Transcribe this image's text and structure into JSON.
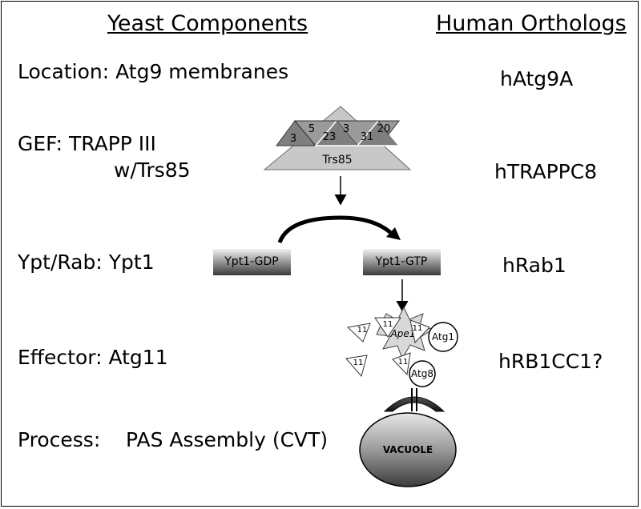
{
  "headers": {
    "yeast": "Yeast Components",
    "human": "Human Orthologs"
  },
  "rows": {
    "location": {
      "label": "Location: Atg9 membranes",
      "ortholog": "hAtg9A"
    },
    "gef": {
      "label_line1": "GEF: TRAPP III",
      "label_line2": "w/Trs85",
      "ortholog": "hTRAPPC8"
    },
    "ypt": {
      "label": "Ypt/Rab: Ypt1",
      "ortholog": "hRab1"
    },
    "effector": {
      "label": "Effector: Atg11",
      "ortholog": "hRB1CC1?"
    },
    "process": {
      "label": "Process:",
      "value": "PAS Assembly (CVT)"
    }
  },
  "trapp": {
    "subunits": [
      "3",
      "5",
      "23",
      "3",
      "31",
      "20"
    ],
    "base": "Trs85"
  },
  "ypt1": {
    "gdp": "Ypt1-GDP",
    "gtp": "Ypt1-GTP"
  },
  "pas": {
    "cargo": "Ape1",
    "atg11": [
      "11",
      "11",
      "11",
      "11",
      "11"
    ],
    "atg1": "Atg1",
    "atg8": "Atg8",
    "vacuole": "VACUOLE"
  }
}
